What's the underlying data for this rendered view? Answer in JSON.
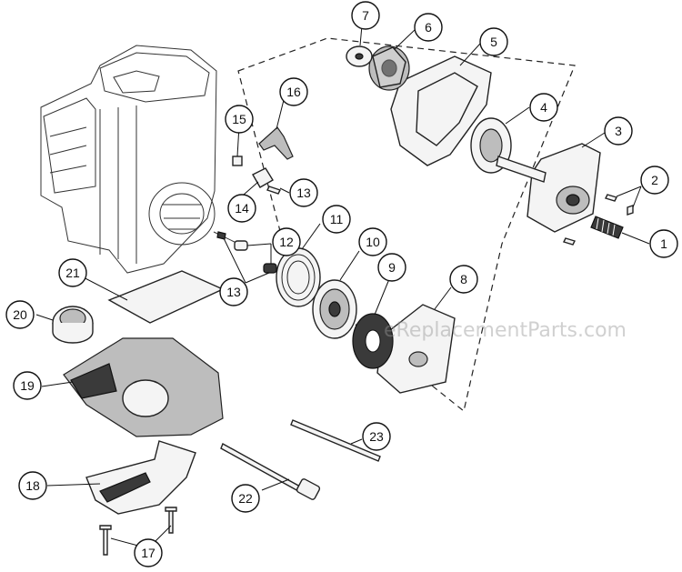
{
  "watermark": "eReplacementParts.com",
  "callouts": [
    {
      "label": "1"
    },
    {
      "label": "2"
    },
    {
      "label": "3"
    },
    {
      "label": "4"
    },
    {
      "label": "5"
    },
    {
      "label": "6"
    },
    {
      "label": "7"
    },
    {
      "label": "8"
    },
    {
      "label": "9"
    },
    {
      "label": "10"
    },
    {
      "label": "11"
    },
    {
      "label": "12"
    },
    {
      "label": "13"
    },
    {
      "label": "13"
    },
    {
      "label": "14"
    },
    {
      "label": "15"
    },
    {
      "label": "16"
    },
    {
      "label": "17"
    },
    {
      "label": "18"
    },
    {
      "label": "19"
    },
    {
      "label": "20"
    },
    {
      "label": "21"
    },
    {
      "label": "22"
    },
    {
      "label": "23"
    }
  ]
}
